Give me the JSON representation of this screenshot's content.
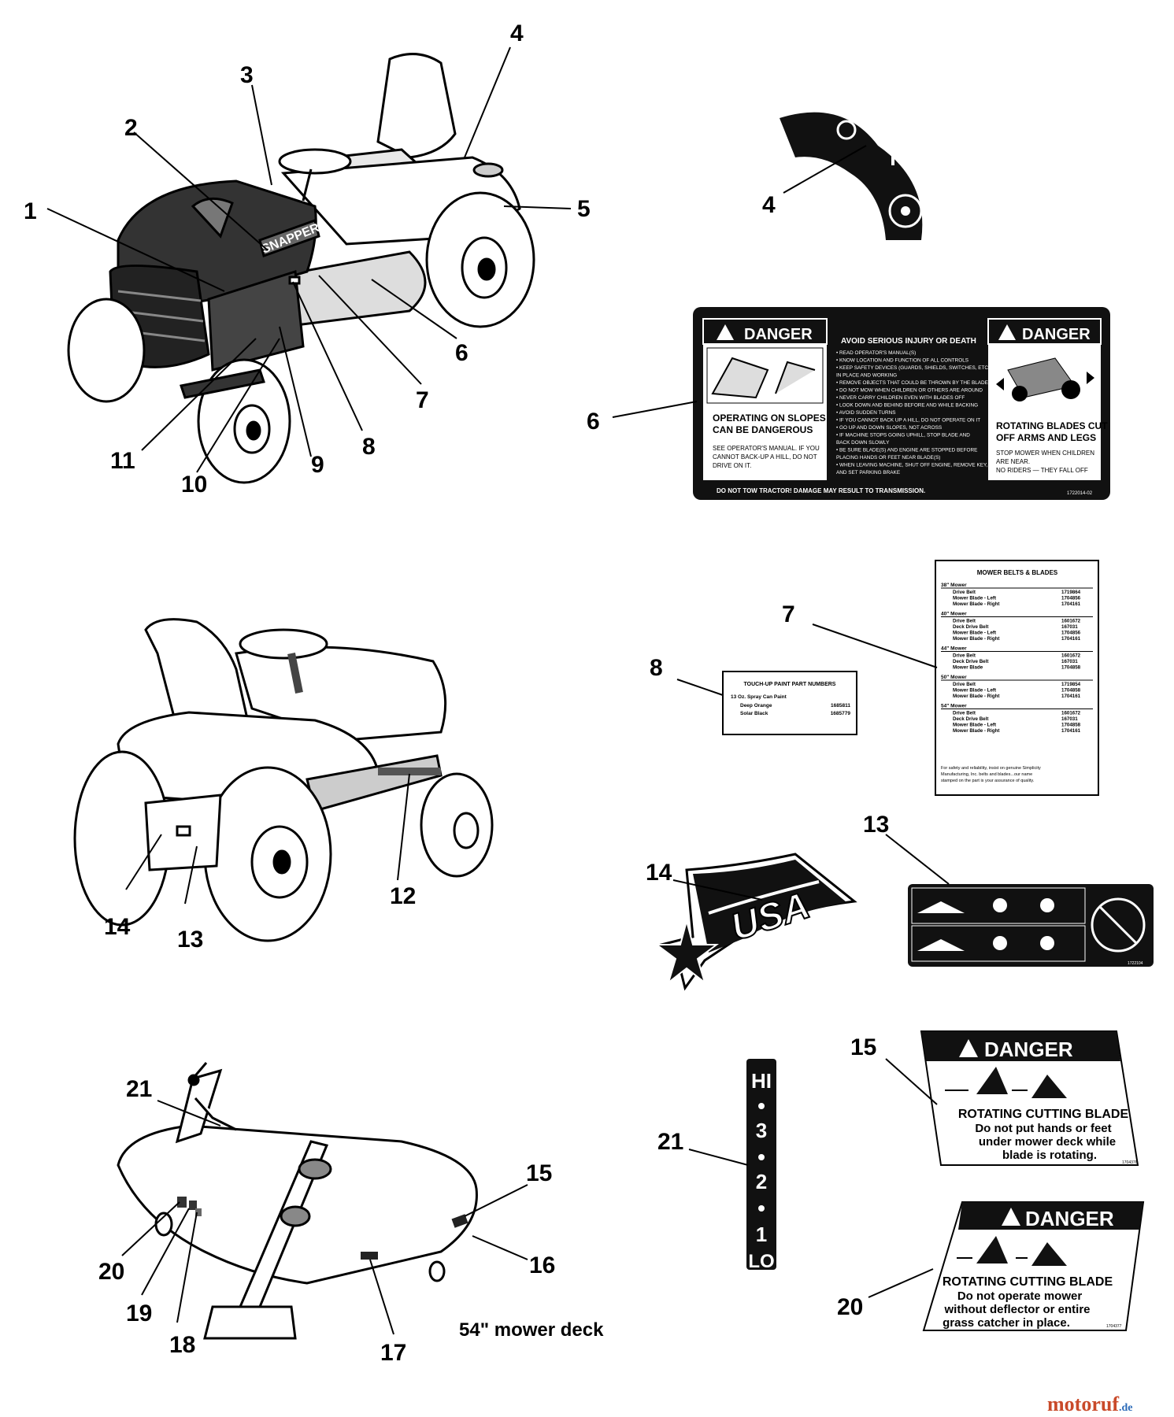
{
  "callouts": {
    "c1": "1",
    "c2": "2",
    "c3": "3",
    "c4a": "4",
    "c5": "5",
    "c6a": "6",
    "c7a": "7",
    "c8a": "8",
    "c9": "9",
    "c10": "10",
    "c11": "11",
    "c4b": "4",
    "c6b": "6",
    "c7b": "7",
    "c8b": "8",
    "c12": "12",
    "c13a": "13",
    "c14a": "14",
    "c13b": "13",
    "c14b": "14",
    "c15a": "15",
    "c21a": "21",
    "c21b": "21",
    "c15b": "15",
    "c16": "16",
    "c17": "17",
    "c18": "18",
    "c19": "19",
    "c20a": "20",
    "c20b": "20"
  },
  "tractor_brand": "SNAPPER",
  "decal6": {
    "left_head": "DANGER",
    "left_text1": "OPERATING ON SLOPES",
    "left_text2": "CAN BE DANGEROUS",
    "left_small1": "SEE OPERATOR'S MANUAL. IF YOU",
    "left_small2": "CANNOT BACK-UP A HILL, DO NOT",
    "left_small3": "DRIVE ON IT.",
    "mid_head": "AVOID SERIOUS INJURY OR DEATH",
    "mid_lines": [
      "• READ OPERATOR'S MANUAL(S)",
      "• KNOW LOCATION AND FUNCTION OF ALL CONTROLS",
      "• KEEP SAFETY DEVICES (GUARDS, SHIELDS, SWITCHES, ETC.)",
      "  IN PLACE AND WORKING",
      "• REMOVE OBJECTS THAT COULD BE THROWN BY THE BLADE",
      "• DO NOT MOW WHEN CHILDREN OR OTHERS ARE AROUND",
      "• NEVER CARRY CHILDREN EVEN WITH BLADES OFF",
      "• LOOK DOWN AND BEHIND BEFORE AND WHILE BACKING",
      "• AVOID SUDDEN TURNS",
      "• IF YOU CANNOT BACK UP A HILL, DO NOT OPERATE ON IT",
      "• GO UP AND DOWN SLOPES, NOT ACROSS",
      "• IF MACHINE STOPS GOING UPHILL, STOP BLADE AND",
      "  BACK DOWN SLOWLY",
      "• BE SURE BLADE(S) AND ENGINE ARE STOPPED BEFORE",
      "  PLACING HANDS OR FEET NEAR BLADE(S)",
      "• WHEN LEAVING MACHINE, SHUT OFF ENGINE, REMOVE KEY,",
      "  AND SET PARKING BRAKE"
    ],
    "right_head": "DANGER",
    "right_text1": "ROTATING BLADES CUT",
    "right_text2": "OFF ARMS AND LEGS",
    "right_small1": "STOP MOWER WHEN CHILDREN",
    "right_small2": "ARE NEAR.",
    "right_small3": "NO RIDERS — THEY FALL OFF",
    "footer": "DO NOT TOW TRACTOR! DAMAGE MAY RESULT TO TRANSMISSION.",
    "code": "1722014-02"
  },
  "decal4": {
    "off": "O",
    "on": "I"
  },
  "decal7": {
    "title": "MOWER BELTS & BLADES",
    "sections": [
      {
        "head": "38\" Mower",
        "rows": [
          [
            "Drive Belt",
            "1719864"
          ],
          [
            "Mower Blade - Left",
            "1704856"
          ],
          [
            "Mower Blade - Right",
            "1704161"
          ]
        ]
      },
      {
        "head": "40\" Mower",
        "rows": [
          [
            "Drive Belt",
            "1601672"
          ],
          [
            "Deck Drive Belt",
            "167031"
          ],
          [
            "Mower Blade - Left",
            "1704856"
          ],
          [
            "Mower Blade - Right",
            "1704161"
          ]
        ]
      },
      {
        "head": "44\" Mower",
        "rows": [
          [
            "Drive Belt",
            "1601672"
          ],
          [
            "Deck Drive Belt",
            "167031"
          ],
          [
            "Mower Blade",
            "1704858"
          ]
        ]
      },
      {
        "head": "50\" Mower",
        "rows": [
          [
            "Drive Belt",
            "1719854"
          ],
          [
            "Mower Blade - Left",
            "1704858"
          ],
          [
            "Mower Blade - Right",
            "1704161"
          ]
        ]
      },
      {
        "head": "54\" Mower",
        "rows": [
          [
            "Drive Belt",
            "1601672"
          ],
          [
            "Deck Drive Belt",
            "167031"
          ],
          [
            "Mower Blade - Left",
            "1704858"
          ],
          [
            "Mower Blade - Right",
            "1704161"
          ]
        ]
      }
    ],
    "foot1": "For safety and reliability, insist on genuine Simplicity",
    "foot2": "Manufacturing, Inc. belts and blades...our name",
    "foot3": "stamped on the part is your assurance of quality."
  },
  "decal8": {
    "title": "TOUCH-UP PAINT PART NUMBERS",
    "sub": "13 Oz. Spray Can Paint",
    "rows": [
      [
        "Deep Orange",
        "1685811"
      ],
      [
        "Solar Black",
        "1685779"
      ]
    ]
  },
  "decal14": {
    "text": "USA"
  },
  "decal13": {
    "code": "1722104"
  },
  "decal15": {
    "head": "DANGER",
    "line1": "ROTATING CUTTING BLADE",
    "line2": "Do not put hands or feet",
    "line3": "under mower deck while",
    "line4": "blade is rotating.",
    "code": "1704376"
  },
  "decal20": {
    "head": "DANGER",
    "line1": "ROTATING CUTTING BLADE",
    "line2": "Do not operate mower",
    "line3": "without deflector or entire",
    "line4": "grass catcher in place.",
    "code": "1704377"
  },
  "decal21": {
    "hi": "HI",
    "n3": "3",
    "n2": "2",
    "n1": "1",
    "lo": "LO"
  },
  "deck_caption": "54\" mower deck",
  "watermark": {
    "main": "motoruf",
    "tld": ".de"
  }
}
